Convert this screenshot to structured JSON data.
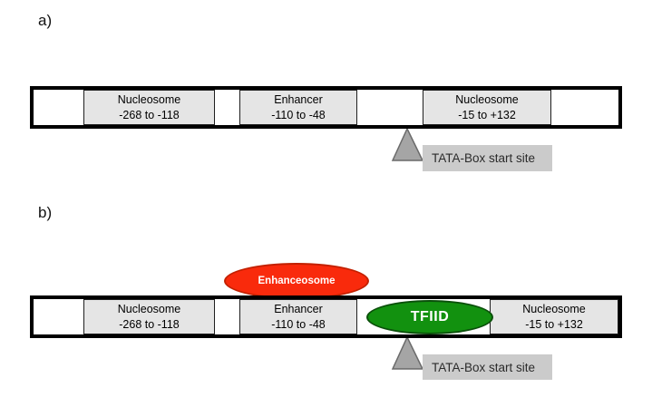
{
  "panel_a": {
    "label": "a)",
    "segments": [
      {
        "line1": "Nucleosome",
        "line2": "-268 to -118"
      },
      {
        "line1": "Enhancer",
        "line2": "-110 to -48"
      },
      {
        "line1": "Nucleosome",
        "line2": "-15 to +132"
      }
    ],
    "tata_label": "TATA-Box start site"
  },
  "panel_b": {
    "label": "b)",
    "segments": [
      {
        "line1": "Nucleosome",
        "line2": "-268 to -118"
      },
      {
        "line1": "Enhancer",
        "line2": "-110 to -48"
      },
      {
        "line1": "Nucleosome",
        "line2": "-15 to +132"
      }
    ],
    "enhanceosome_label": "Enhanceosome",
    "tfiid_label": "TFIID",
    "tata_label": "TATA-Box start site"
  },
  "colors": {
    "segment_fill": "#e5e5e5",
    "segment_border": "#1f1f1f",
    "bar_border": "#000000",
    "triangle_fill": "#a5a5a5",
    "triangle_border": "#6a6a6a",
    "tata_label_fill": "#cbcbcb",
    "enhanceosome_fill": "#f92a0c",
    "enhanceosome_border": "#c22000",
    "tfiid_fill": "#12910f",
    "tfiid_border": "#0a4f0a"
  }
}
